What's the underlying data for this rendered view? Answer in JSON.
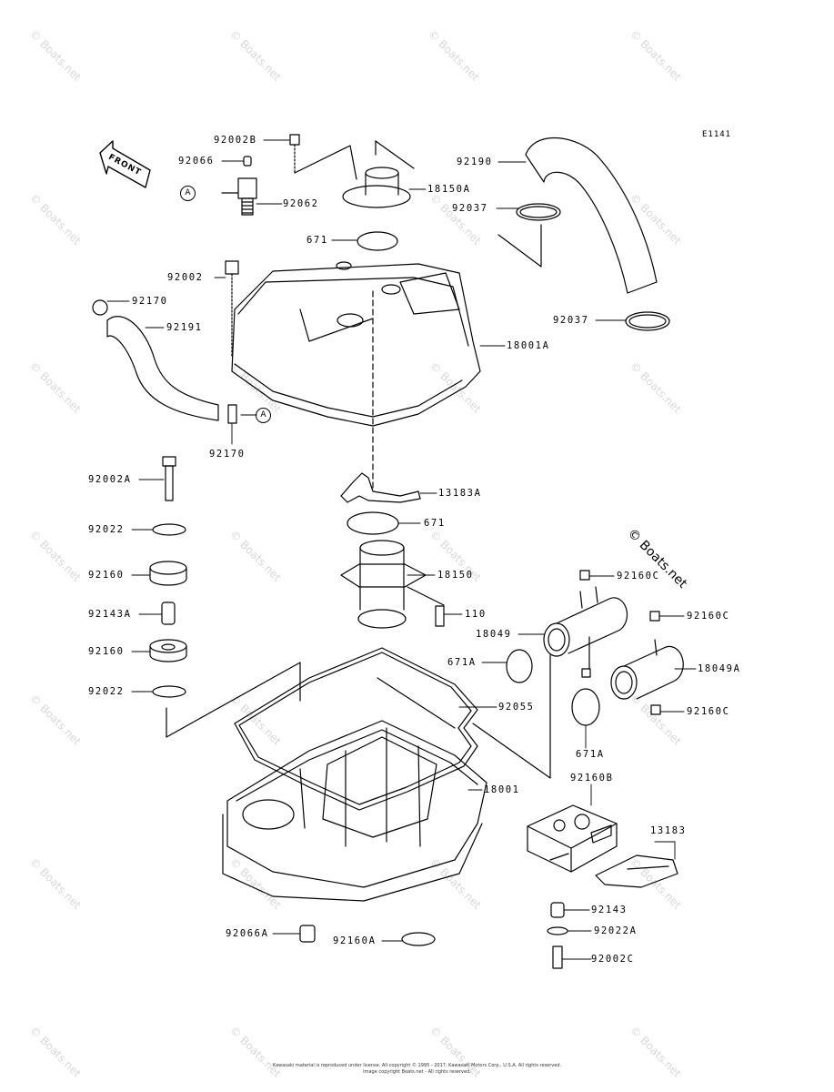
{
  "diagram_code": "E1141",
  "front_label": "FRONT",
  "watermark_text": "© Boats.net",
  "callout_label": "A",
  "copyright_line1": "Kawasaki material is reproduced under license. All copyright © 1995 - 2017, Kawasaki Motors Corp., U.S.A. All rights reserved.",
  "copyright_line2": "Image copyright Boats.net - All rights reserved.",
  "parts": {
    "p92002B": "92002B",
    "p92066": "92066",
    "p92062": "92062",
    "p18150A": "18150A",
    "p92190": "92190",
    "p92037_top": "92037",
    "p671_top": "671",
    "p92002": "92002",
    "p92170_top": "92170",
    "p92191": "92191",
    "p92037_mid": "92037",
    "p18001A": "18001A",
    "p92170_bottom": "92170",
    "p92002A": "92002A",
    "p13183A": "13183A",
    "p92022_top": "92022",
    "p671_mid": "671",
    "p92160_top": "92160",
    "p18150": "18150",
    "p92160C_1": "92160C",
    "p92143A": "92143A",
    "p110": "110",
    "p92160C_2": "92160C",
    "p18049": "18049",
    "p92160_bottom": "92160",
    "p671A_left": "671A",
    "p18049A": "18049A",
    "p92022_bottom": "92022",
    "p92055": "92055",
    "p92160C_3": "92160C",
    "p671A_right": "671A",
    "p92160B": "92160B",
    "p18001": "18001",
    "p13183": "13183",
    "p92143": "92143",
    "p92066A": "92066A",
    "p92160A": "92160A",
    "p92022A": "92022A",
    "p92002C": "92002C"
  }
}
